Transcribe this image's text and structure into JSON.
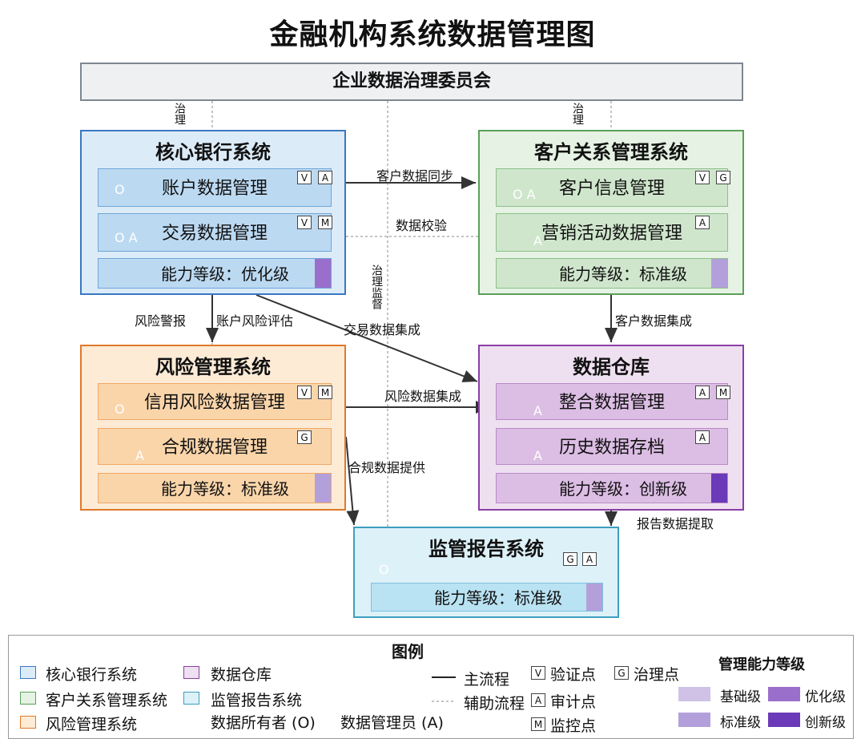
{
  "title": "金融机构系统数据管理图",
  "committee": "企业数据治理委员会",
  "colors": {
    "core_fill": "#dcebf8",
    "core_border": "#3a78c0",
    "core_module": "#bcd9f2",
    "crm_fill": "#e6f2e3",
    "crm_border": "#5aa05a",
    "crm_module": "#cfe6cc",
    "risk_fill": "#fdebd6",
    "risk_border": "#e0792a",
    "risk_module": "#fad5aa",
    "dw_fill": "#efe0f1",
    "dw_border": "#8a3ea6",
    "dw_module": "#dcbde4",
    "reg_fill": "#ddf1f8",
    "reg_border": "#3d9ec0",
    "reg_module": "#b9e2f2",
    "level_basic": "#cfc2e6",
    "level_standard": "#b3a0db",
    "level_optimized": "#9a6fcc",
    "level_innovative": "#6a3ab8"
  },
  "systems": {
    "core": {
      "title": "核心银行系统",
      "modules": [
        {
          "label": "账户数据管理",
          "tags": [
            "V",
            "A"
          ],
          "ghost": "O"
        },
        {
          "label": "交易数据管理",
          "tags": [
            "V",
            "M"
          ],
          "ghost": "O A"
        }
      ],
      "capability": "能力等级：优化级"
    },
    "crm": {
      "title": "客户关系管理系统",
      "modules": [
        {
          "label": "客户信息管理",
          "tags": [
            "V",
            "G"
          ],
          "ghost": "O A"
        },
        {
          "label": "营销活动数据管理",
          "tags": [
            "A"
          ],
          "ghost": "A"
        }
      ],
      "capability": "能力等级：标准级"
    },
    "risk": {
      "title": "风险管理系统",
      "modules": [
        {
          "label": "信用风险数据管理",
          "tags": [
            "V",
            "M"
          ],
          "ghost": "O"
        },
        {
          "label": "合规数据管理",
          "tags": [
            "G"
          ],
          "ghost": "A"
        }
      ],
      "capability": "能力等级：标准级"
    },
    "dw": {
      "title": "数据仓库",
      "modules": [
        {
          "label": "整合数据管理",
          "tags": [
            "A",
            "M"
          ],
          "ghost": "A"
        },
        {
          "label": "历史数据存档",
          "tags": [
            "A"
          ],
          "ghost": "A"
        }
      ],
      "capability": "能力等级：创新级"
    },
    "reg": {
      "title": "监管报告系统",
      "tags": [
        "G",
        "A"
      ],
      "ghost": "O",
      "capability": "能力等级：标准级"
    }
  },
  "flows": {
    "governance1": "治理",
    "governance2": "治理",
    "supervision": "治理监督",
    "customer_sync": "客户数据同步",
    "data_check": "数据校验",
    "risk_alert": "风险警报",
    "account_risk": "账户风险评估",
    "txn_integration": "交易数据集成",
    "customer_integration": "客户数据集成",
    "risk_integration": "风险数据集成",
    "compliance_provide": "合规数据提供",
    "report_extract": "报告数据提取"
  },
  "legend": {
    "title": "图例",
    "systems": [
      "核心银行系统",
      "客户关系管理系统",
      "风险管理系统",
      "数据仓库",
      "监管报告系统"
    ],
    "owner": "数据所有者 (O)",
    "steward": "数据管理员 (A)",
    "main_flow": "主流程",
    "aux_flow": "辅助流程",
    "verify": "验证点",
    "audit": "审计点",
    "monitor": "监控点",
    "govern": "治理点",
    "verify_tag": "V",
    "audit_tag": "A",
    "monitor_tag": "M",
    "govern_tag": "G",
    "levels_title": "管理能力等级",
    "level_basic": "基础级",
    "level_standard": "标准级",
    "level_optimized": "优化级",
    "level_innovative": "创新级"
  }
}
